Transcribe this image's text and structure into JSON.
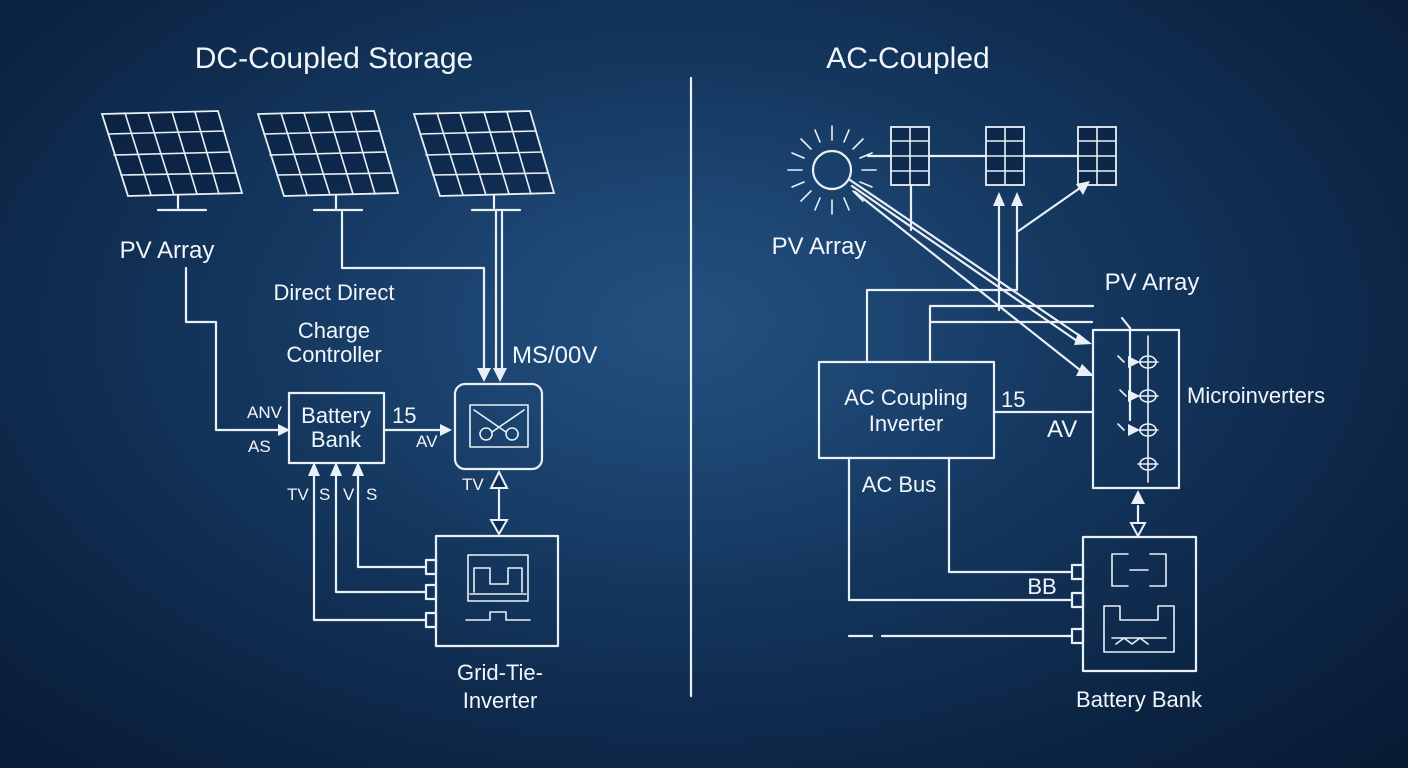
{
  "dc": {
    "title": "DC-Coupled Storage",
    "pv_array": "PV Array",
    "direct": "Direct Direct",
    "charge_line1": "Charge",
    "charge_line2": "Controller",
    "ms_label": "MS/00V",
    "battery_line1": "Battery",
    "battery_line2": "Bank",
    "anv": "ANV",
    "as": "AS",
    "n15": "15",
    "av": "AV",
    "tv_left": "TV",
    "s1": "S",
    "v": "V",
    "s2": "S",
    "tv_right": "TV",
    "gti_line1": "Grid-Tie-",
    "gti_line2": "Inverter"
  },
  "ac": {
    "title": "AC-Coupled",
    "pv_array_left": "PV Array",
    "pv_array_right": "PV Array",
    "aci_line1": "AC Coupling",
    "aci_line2": "Inverter",
    "n15": "15",
    "av": "AV",
    "microinverters": "Microinverters",
    "ac_bus": "AC Bus",
    "bb": "BB",
    "battery_bank": "Battery Bank"
  }
}
